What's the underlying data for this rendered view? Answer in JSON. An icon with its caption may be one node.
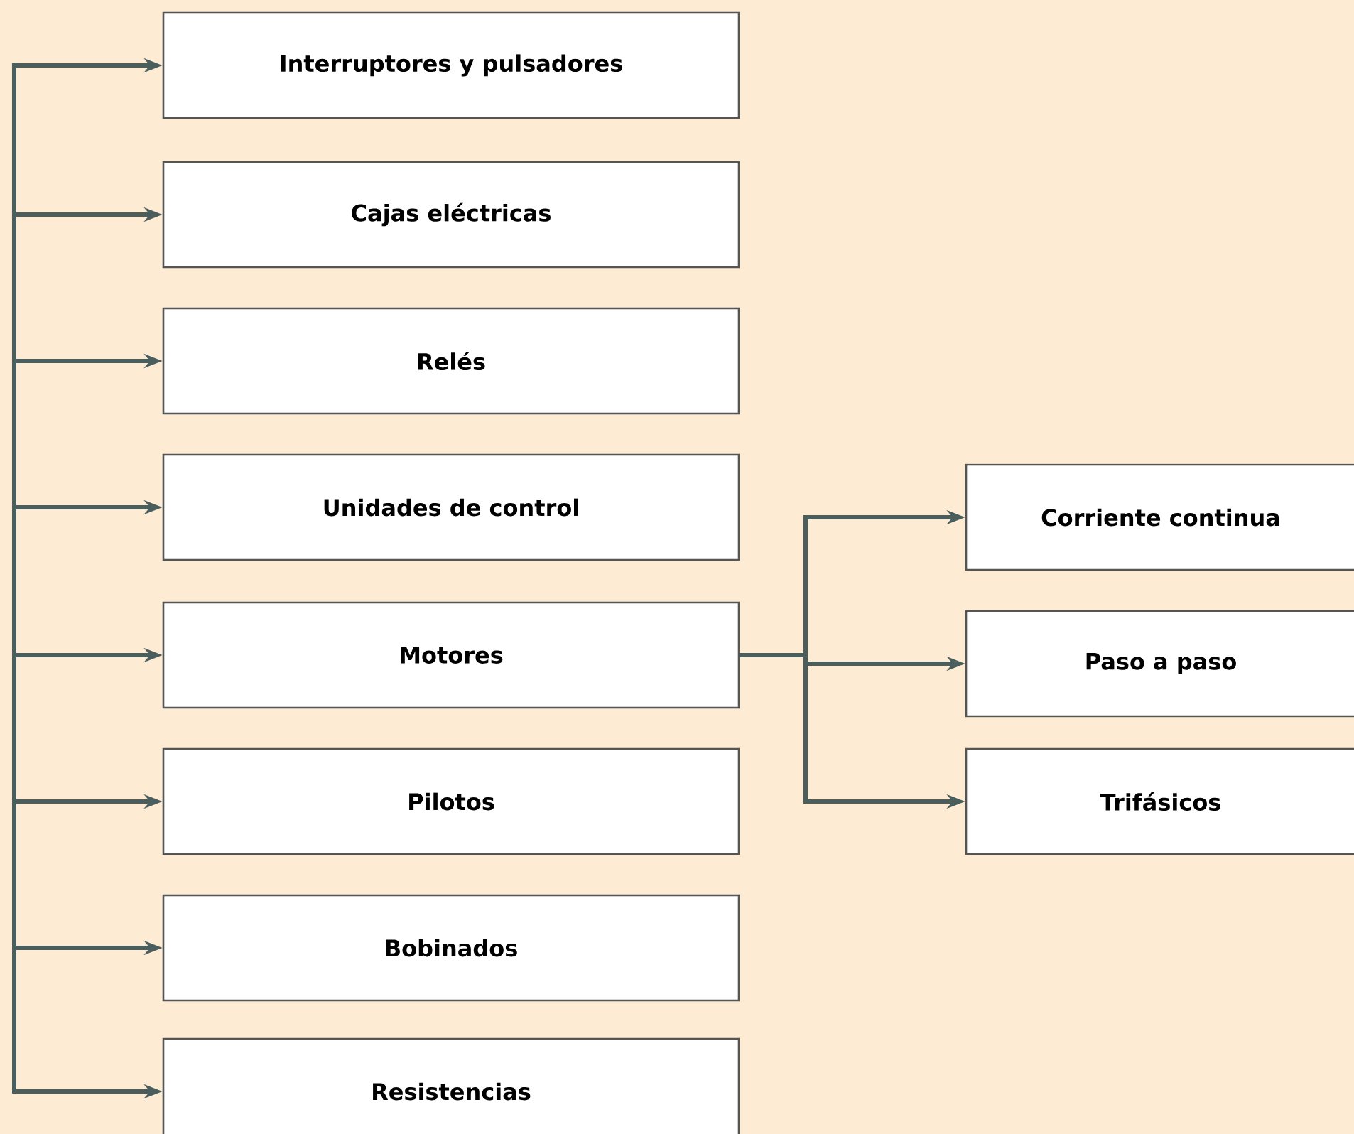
{
  "diagram": {
    "nodes": [
      {
        "text": [
          "Interruptores y pulsadores"
        ]
      },
      {
        "text": [
          "Cajas eléctricas"
        ]
      },
      {
        "text": [
          "Relés"
        ]
      },
      {
        "text": [
          "Unidades de control"
        ]
      },
      {
        "text": [
          "Motores"
        ]
      },
      {
        "text": [
          "Pilotos"
        ]
      },
      {
        "text": [
          "Bobinados"
        ]
      },
      {
        "text": [
          "Resistencias"
        ]
      },
      {
        "text": [
          "Corriente continua"
        ]
      },
      {
        "text": [
          "Paso a paso"
        ]
      },
      {
        "text": [
          "Trifásicos"
        ]
      }
    ],
    "edges": [
      {
        "from": null,
        "to": 0,
        "arrow": "to"
      },
      {
        "from": null,
        "to": 1,
        "arrow": "to"
      },
      {
        "from": null,
        "to": 2,
        "arrow": "to"
      },
      {
        "from": null,
        "to": 3,
        "arrow": "to"
      },
      {
        "from": null,
        "to": 4,
        "arrow": "to"
      },
      {
        "from": null,
        "to": 5,
        "arrow": "to"
      },
      {
        "from": null,
        "to": 6,
        "arrow": "to"
      },
      {
        "from": null,
        "to": 7,
        "arrow": "to"
      },
      {
        "from": 4,
        "to": 8,
        "arrow": "to"
      },
      {
        "from": 4,
        "to": 9,
        "arrow": "to"
      },
      {
        "from": 4,
        "to": 10,
        "arrow": "to"
      }
    ]
  }
}
